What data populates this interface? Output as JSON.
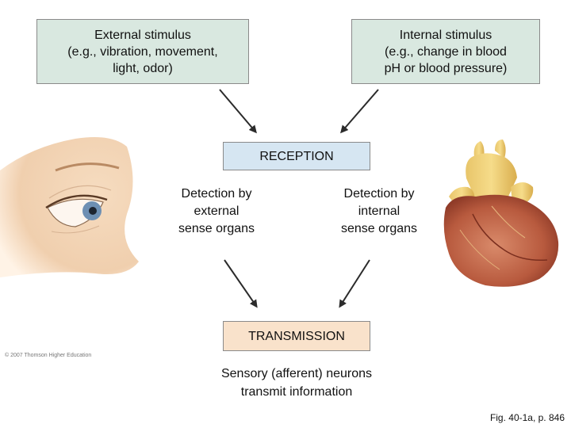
{
  "external_stimulus": "External stimulus\n(e.g., vibration, movement,\nlight, odor)",
  "internal_stimulus": "Internal stimulus\n(e.g., change in blood\npH or blood pressure)",
  "reception": "RECEPTION",
  "external_detection": "Detection by\nexternal\nsense organs",
  "internal_detection": "Detection by\ninternal\nsense organs",
  "transmission": "TRANSMISSION",
  "sensory_neurons": "Sensory (afferent) neurons\ntransmit information",
  "copyright": "© 2007 Thomson Higher Education",
  "figure_caption": "Fig. 40-1a, p. 846",
  "colors": {
    "stimulus_box": "#d9e8e0",
    "reception_box": "#d6e6f2",
    "transmission_box": "#f9e2cb",
    "arrow": "#2b2b2b"
  }
}
